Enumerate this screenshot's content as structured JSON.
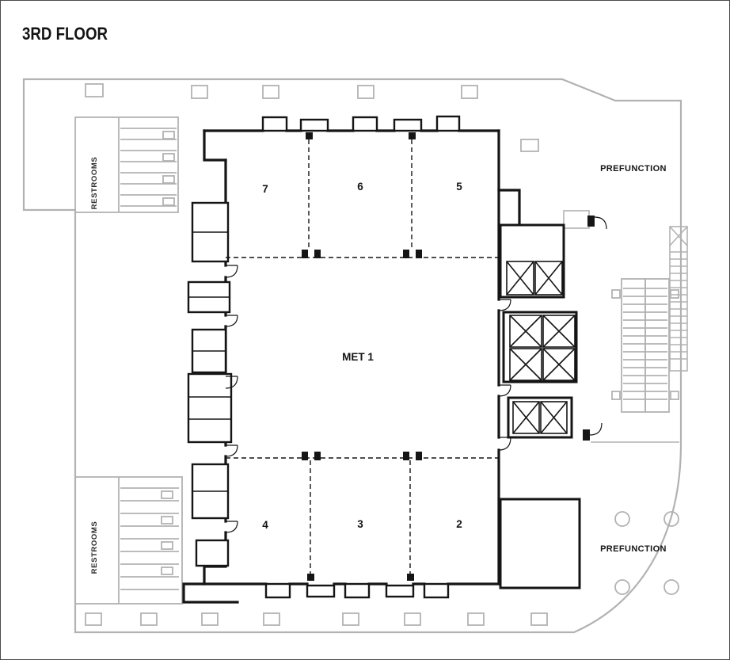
{
  "title": "3RD FLOOR",
  "colors": {
    "wall_primary": "#151515",
    "wall_secondary": "#b2b2b2",
    "text": "#141414",
    "background": "#ffffff",
    "page_border": "#444444"
  },
  "rooms": [
    {
      "id": "room-7",
      "label": "7"
    },
    {
      "id": "room-6",
      "label": "6"
    },
    {
      "id": "room-5",
      "label": "5"
    },
    {
      "id": "met-1",
      "label": "MET 1"
    },
    {
      "id": "room-4",
      "label": "4"
    },
    {
      "id": "room-3",
      "label": "3"
    },
    {
      "id": "room-2",
      "label": "2"
    }
  ],
  "areas": {
    "prefunction_top": "PREFUNCTION",
    "prefunction_bottom": "PREFUNCTION",
    "restrooms_top": "RESTROOMS",
    "restrooms_bottom": "RESTROOMS"
  }
}
